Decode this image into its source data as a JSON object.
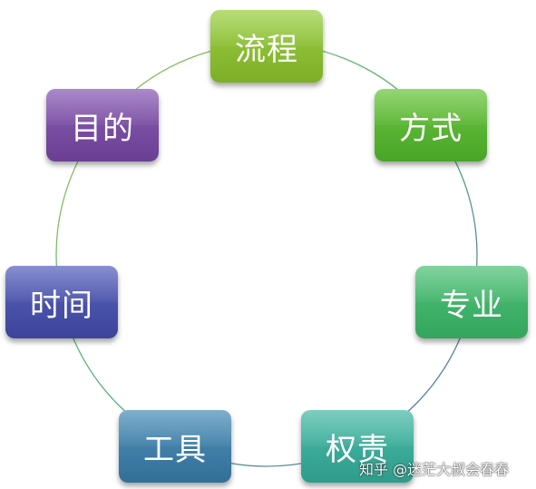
{
  "diagram": {
    "nodes": [
      {
        "id": "process",
        "label": "流程"
      },
      {
        "id": "method",
        "label": "方式"
      },
      {
        "id": "expert",
        "label": "专业"
      },
      {
        "id": "rights",
        "label": "权责"
      },
      {
        "id": "tools",
        "label": "工具"
      },
      {
        "id": "time",
        "label": "时间"
      },
      {
        "id": "purpose",
        "label": "目的"
      }
    ],
    "colors": {
      "process": "#8bc03a",
      "method": "#5ab533",
      "expert": "#43b36b",
      "rights": "#3daa98",
      "tools": "#417fa8",
      "time": "#4a52aa",
      "purpose": "#7a4ea4"
    }
  },
  "watermark": "知乎 @迷茫大叔会春春"
}
